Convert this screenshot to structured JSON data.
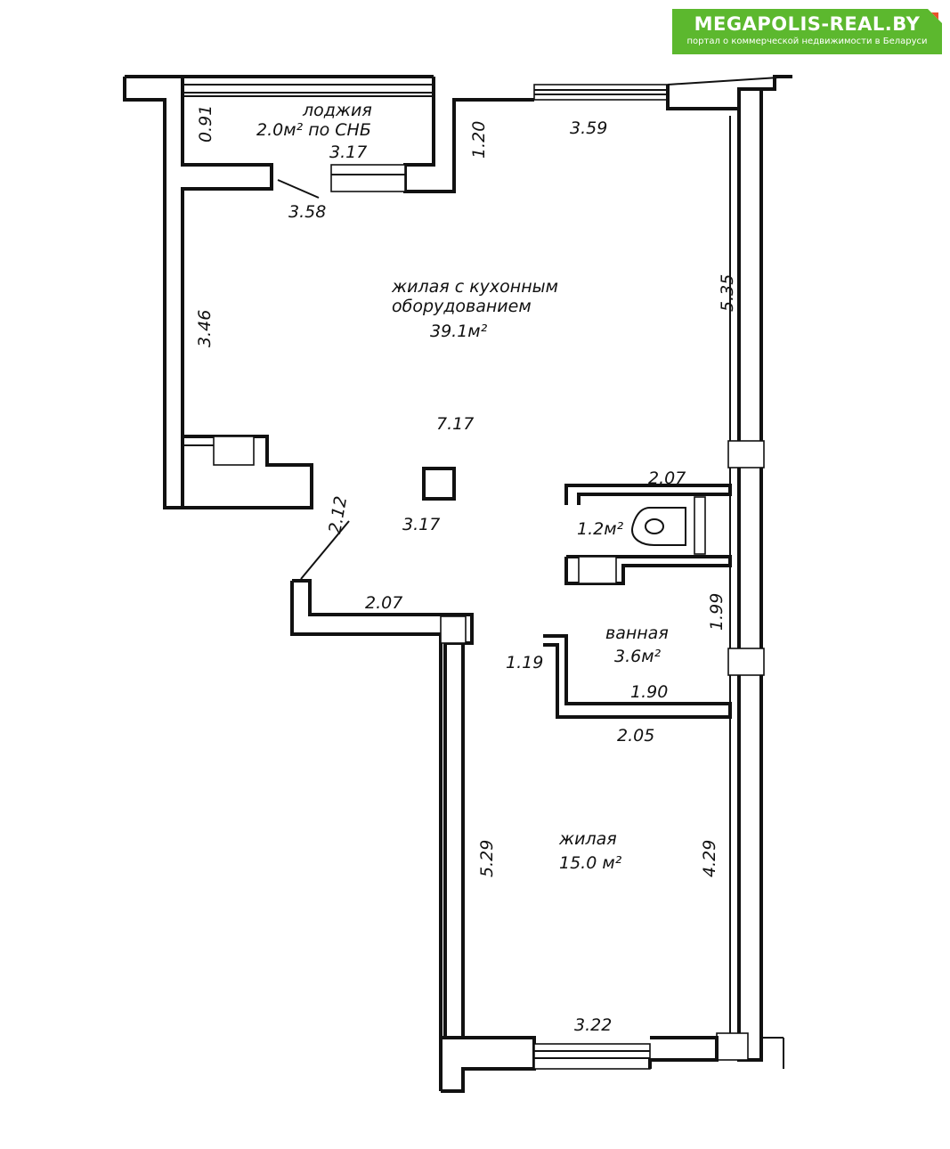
{
  "logo": {
    "title": "MEGAPOLIS-REAL.BY",
    "subtitle": "портал о коммерческой недвижимости в Беларуси",
    "color": "#5cb82e"
  },
  "rooms": {
    "loggia": {
      "name": "лоджия",
      "area": "2.0м² по СНБ"
    },
    "living_kitchen": {
      "line1": "жилая с кухонным",
      "line2": "оборудованием",
      "area": "39.1м²"
    },
    "wc": {
      "area": "1.2м²"
    },
    "bathroom": {
      "name": "ванная",
      "area": "3.6м²"
    },
    "bedroom": {
      "name": "жилая",
      "area": "15.0 м²"
    }
  },
  "dimensions": {
    "loggia_height": "0.91",
    "loggia_width": "3.17",
    "loggia_door": "3.58",
    "loggia_side": "1.20",
    "top_window": "3.59",
    "right_upper": "5.35",
    "left_wall": "3.46",
    "center_width": "7.17",
    "center_depth": "3.17",
    "diagonal": "2.12",
    "lower_step": "2.07",
    "wc_width": "2.07",
    "right_middle": "1.99",
    "bath_door": "1.19",
    "bath_inner": "1.90",
    "bath_outer": "2.05",
    "bedroom_left": "5.29",
    "bedroom_right": "4.29",
    "bottom_window": "3.22"
  }
}
